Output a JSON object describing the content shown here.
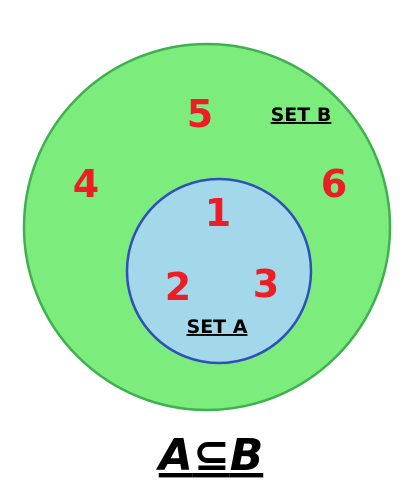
{
  "sets": {
    "outer": {
      "label": "SET B",
      "fill": "#7ced7c",
      "stroke": "#3fb04f",
      "elements": [
        "5",
        "4",
        "6"
      ]
    },
    "inner": {
      "label": "SET A",
      "fill": "#a3d8ea",
      "stroke": "#2f4fb9",
      "elements": [
        "1",
        "2",
        "3"
      ]
    }
  },
  "element_color": "#ee1c24",
  "relation": {
    "left": "A",
    "symbol": "⊆",
    "right": "B"
  }
}
